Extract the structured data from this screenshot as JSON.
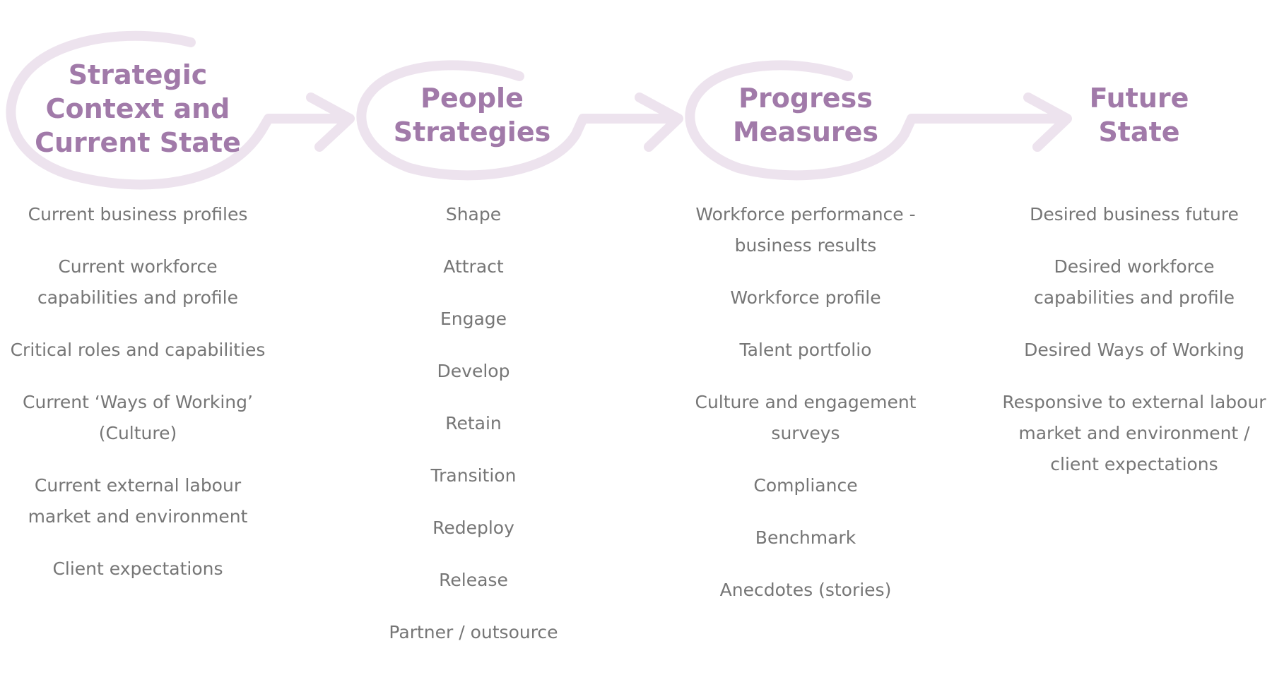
{
  "colors": {
    "accent": "#a17aa9",
    "swirl": "#ede3ee",
    "text": "#767676"
  },
  "columns": [
    {
      "title": [
        "Strategic",
        "Context and",
        "Current State"
      ],
      "items": [
        [
          "Current business profiles"
        ],
        [
          "Current workforce",
          "capabilities and profile"
        ],
        [
          "Critical roles and capabilities"
        ],
        [
          "Current ‘Ways of Working’",
          "(Culture)"
        ],
        [
          "Current external labour",
          "market and environment"
        ],
        [
          "Client expectations"
        ]
      ]
    },
    {
      "title": [
        "People",
        "Strategies"
      ],
      "items": [
        [
          "Shape"
        ],
        [
          "Attract"
        ],
        [
          "Engage"
        ],
        [
          "Develop"
        ],
        [
          "Retain"
        ],
        [
          "Transition"
        ],
        [
          "Redeploy"
        ],
        [
          "Release"
        ],
        [
          "Partner / outsource"
        ]
      ]
    },
    {
      "title": [
        "Progress",
        "Measures"
      ],
      "items": [
        [
          "Workforce performance -",
          "business results"
        ],
        [
          "Workforce profile"
        ],
        [
          "Talent portfolio"
        ],
        [
          "Culture and engagement",
          "surveys"
        ],
        [
          "Compliance"
        ],
        [
          "Benchmark"
        ],
        [
          "Anecdotes (stories)"
        ]
      ]
    },
    {
      "title": [
        "Future",
        "State"
      ],
      "items": [
        [
          "Desired business future"
        ],
        [
          "Desired workforce",
          "capabilities and profile"
        ],
        [
          "Desired Ways of Working"
        ],
        [
          "Responsive to external labour",
          "market and environment /",
          "client expectations"
        ]
      ]
    }
  ]
}
